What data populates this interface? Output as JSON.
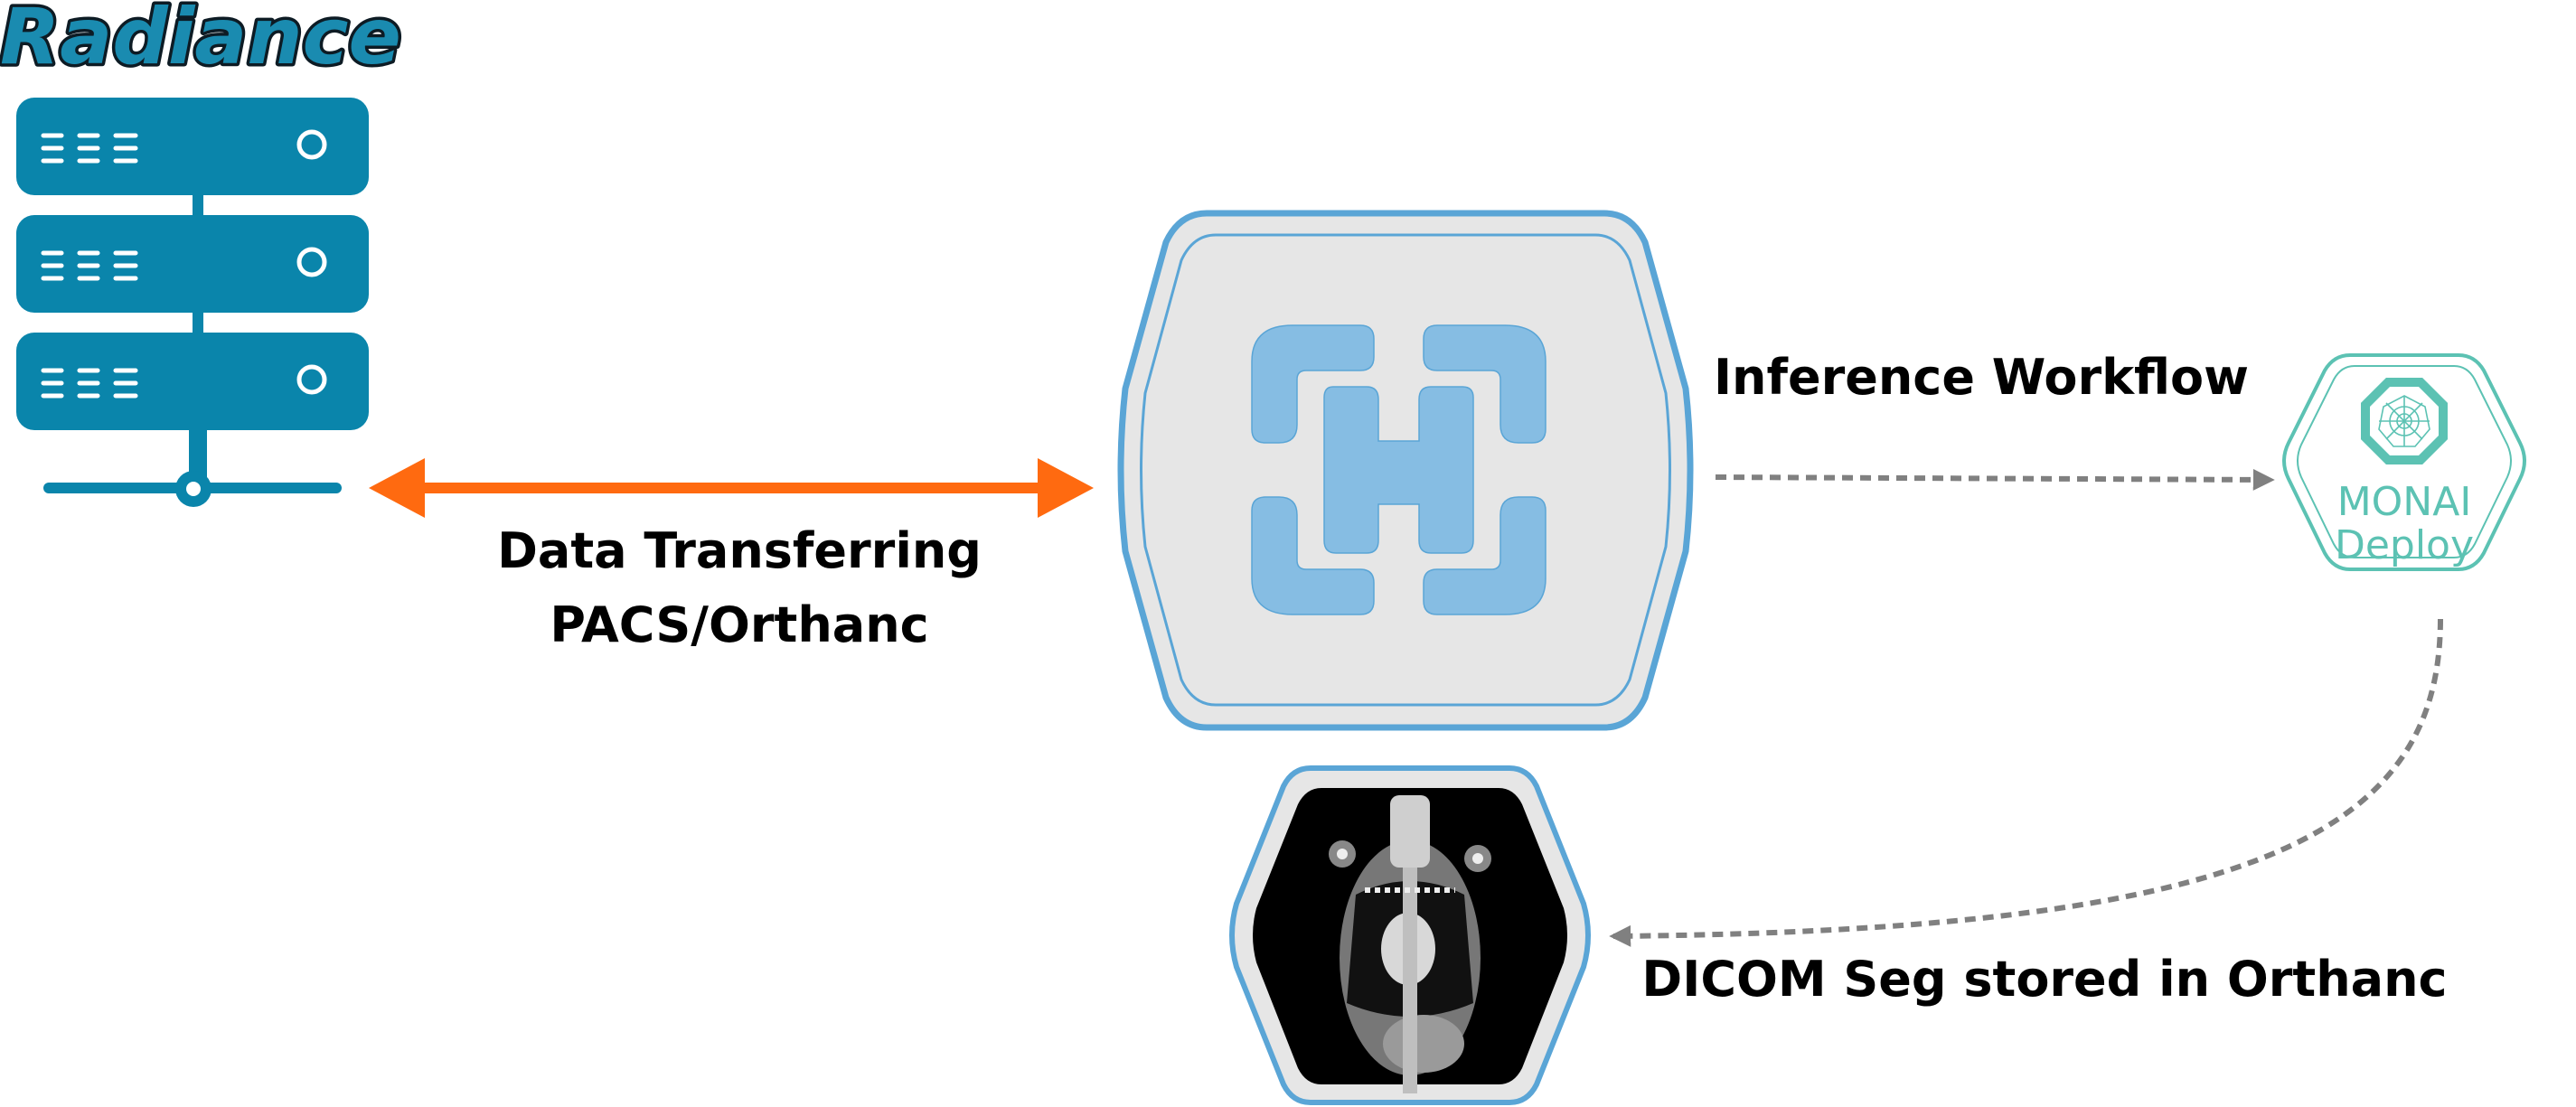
{
  "title": "Radiance",
  "arrow_label": {
    "line1": "Data Transferring",
    "line2": "PACS/Orthanc"
  },
  "inference_label": "Inference Workflow",
  "monai_node": {
    "line1": "MONAI",
    "line2": "Deploy"
  },
  "result_label": "DICOM Seg stored in Orthanc",
  "colors": {
    "title_fill": "#1a8bb0",
    "title_stroke": "#0d1b24",
    "server": "#0a85ab",
    "transfer_arrow": "#ff6a10",
    "hex_border": "#5aa5d6",
    "hex_fill": "#e6e6e6",
    "h_logo": "#86bde3",
    "monai": "#5cc2b3",
    "dashed_arrow": "#808080"
  },
  "icons": {
    "server": "server-stack-icon",
    "h_logo": "h-logo-icon",
    "monai": "monai-logo-icon",
    "ct_scan": "ct-scan-image"
  }
}
